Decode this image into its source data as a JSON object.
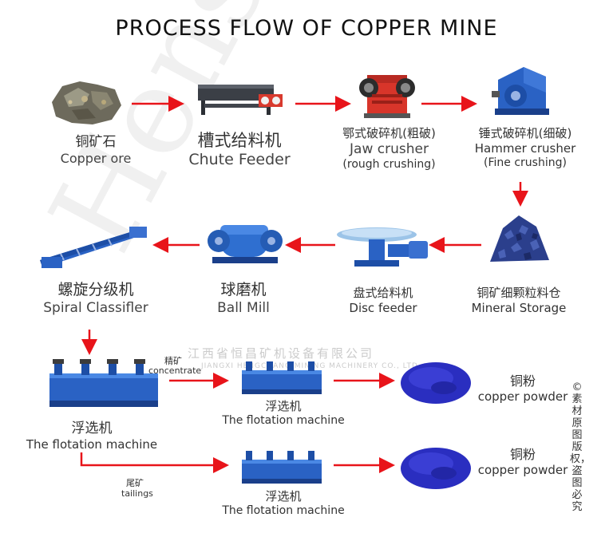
{
  "title": "PROCESS FLOW OF COPPER MINE",
  "watermark": "Henscheng",
  "company_watermark": "江西省恒昌矿机设备有限公司",
  "company_watermark_en": "JIANGXI HENGCHANG MINING MACHINERY CO., LTD",
  "copyright_note": "©素材原图版权，盗图必究",
  "steps": {
    "ore": {
      "cn": "铜矿石",
      "en": "Copper ore"
    },
    "chute": {
      "cn": "槽式给料机",
      "en": "Chute Feeder"
    },
    "jaw": {
      "cn": "鄂式破碎机(粗破)",
      "en": "Jaw crusher",
      "note": "(rough crushing)"
    },
    "hammer": {
      "cn": "锤式破碎机(细破)",
      "en": "Hammer crusher",
      "note": "(Fine crushing)"
    },
    "storage": {
      "cn": "铜矿细颗粒料仓",
      "en": "Mineral Storage"
    },
    "disc": {
      "cn": "盘式给料机",
      "en": "Disc feeder"
    },
    "ball": {
      "cn": "球磨机",
      "en": "Ball Mill"
    },
    "spiral": {
      "cn": "螺旋分级机",
      "en": "Spiral Classifler"
    },
    "flot_main": {
      "cn": "浮选机",
      "en": "The flotation machine"
    },
    "flot_upper": {
      "cn": "浮选机",
      "en": "The flotation machine"
    },
    "flot_lower": {
      "cn": "浮选机",
      "en": "The flotation machine"
    },
    "powder_upper": {
      "cn": "铜粉",
      "en": "copper powder"
    },
    "powder_lower": {
      "cn": "铜粉",
      "en": "copper powder"
    }
  },
  "branches": {
    "concentrate": {
      "cn": "精矿",
      "en": "concentrate"
    },
    "tailings": {
      "cn": "尾矿",
      "en": "tailings"
    }
  },
  "colors": {
    "arrow": "#e8141a",
    "machine_blue": "#2458b8",
    "machine_red": "#d8352a",
    "powder": "#2a2ec0",
    "ore_blue": "#2b3f8c"
  }
}
